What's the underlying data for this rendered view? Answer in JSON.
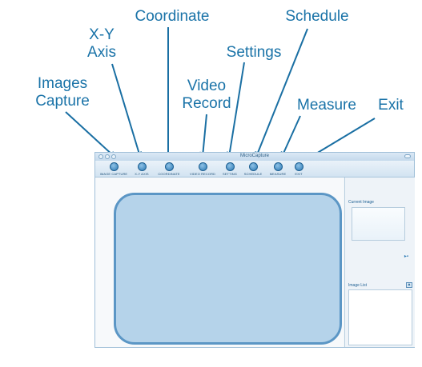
{
  "callouts": {
    "images_capture": [
      "Images",
      "Capture"
    ],
    "xy_axis": [
      "X-Y",
      "Axis"
    ],
    "coordinate": "Coordinate",
    "video_record": [
      "Video",
      "Record"
    ],
    "settings": "Settings",
    "schedule": "Schedule",
    "measure": "Measure",
    "exit": "Exit"
  },
  "window": {
    "title": "MicroCapture",
    "toolbar": {
      "image_capture": "IMAGE CAPTURE",
      "xy_axis": "X-Y AXIS",
      "coordinate": "COORDINATE",
      "video_record": "VIDEO RECORD",
      "setting": "SETTING",
      "schedule": "SCHEDULE",
      "measure": "MEASURE",
      "exit": "EXIT"
    },
    "side": {
      "current_image": "Current Image",
      "image_list": "Image List",
      "collapse_glyph": "▲",
      "tool_glyph": "▸▪"
    }
  },
  "colors": {
    "callout_text": "#1a73a8",
    "arrow": "#1a6fa3",
    "viewer_fill": "#b5d3ea",
    "viewer_border": "#5b96c5"
  }
}
